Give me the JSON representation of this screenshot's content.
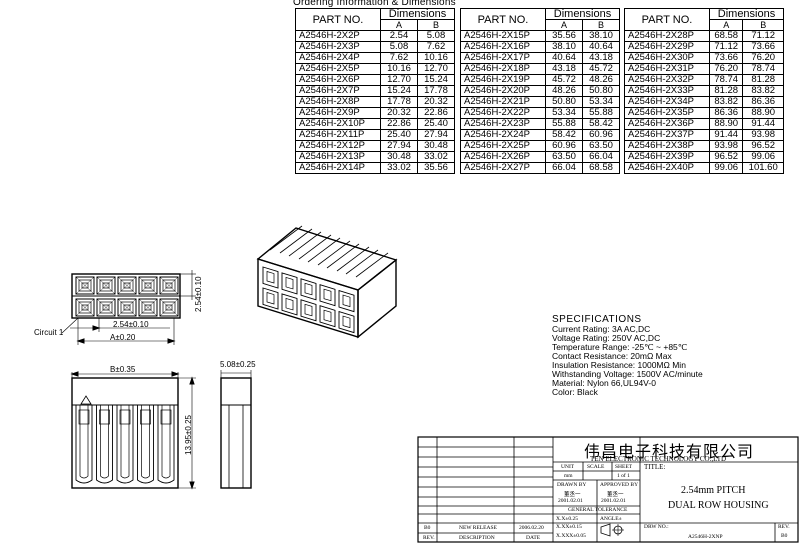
{
  "ordering": {
    "heading": "Ordering Information & Dimensions",
    "col_part": "PART NO.",
    "col_dims": "Dimensions",
    "col_a": "A",
    "col_b": "B",
    "tables": [
      [
        [
          "A2546H-2X2P",
          "2.54",
          "5.08"
        ],
        [
          "A2546H-2X3P",
          "5.08",
          "7.62"
        ],
        [
          "A2546H-2X4P",
          "7.62",
          "10.16"
        ],
        [
          "A2546H-2X5P",
          "10.16",
          "12.70"
        ],
        [
          "A2546H-2X6P",
          "12.70",
          "15.24"
        ],
        [
          "A2546H-2X7P",
          "15.24",
          "17.78"
        ],
        [
          "A2546H-2X8P",
          "17.78",
          "20.32"
        ],
        [
          "A2546H-2X9P",
          "20.32",
          "22.86"
        ],
        [
          "A2546H-2X10P",
          "22.86",
          "25.40"
        ],
        [
          "A2546H-2X11P",
          "25.40",
          "27.94"
        ],
        [
          "A2546H-2X12P",
          "27.94",
          "30.48"
        ],
        [
          "A2546H-2X13P",
          "30.48",
          "33.02"
        ],
        [
          "A2546H-2X14P",
          "33.02",
          "35.56"
        ]
      ],
      [
        [
          "A2546H-2X15P",
          "35.56",
          "38.10"
        ],
        [
          "A2546H-2X16P",
          "38.10",
          "40.64"
        ],
        [
          "A2546H-2X17P",
          "40.64",
          "43.18"
        ],
        [
          "A2546H-2X18P",
          "43.18",
          "45.72"
        ],
        [
          "A2546H-2X19P",
          "45.72",
          "48.26"
        ],
        [
          "A2546H-2X20P",
          "48.26",
          "50.80"
        ],
        [
          "A2546H-2X21P",
          "50.80",
          "53.34"
        ],
        [
          "A2546H-2X22P",
          "53.34",
          "55.88"
        ],
        [
          "A2546H-2X23P",
          "55.88",
          "58.42"
        ],
        [
          "A2546H-2X24P",
          "58.42",
          "60.96"
        ],
        [
          "A2546H-2X25P",
          "60.96",
          "63.50"
        ],
        [
          "A2546H-2X26P",
          "63.50",
          "66.04"
        ],
        [
          "A2546H-2X27P",
          "66.04",
          "68.58"
        ]
      ],
      [
        [
          "A2546H-2X28P",
          "68.58",
          "71.12"
        ],
        [
          "A2546H-2X29P",
          "71.12",
          "73.66"
        ],
        [
          "A2546H-2X30P",
          "73.66",
          "76.20"
        ],
        [
          "A2546H-2X31P",
          "76.20",
          "78.74"
        ],
        [
          "A2546H-2X32P",
          "78.74",
          "81.28"
        ],
        [
          "A2546H-2X33P",
          "81.28",
          "83.82"
        ],
        [
          "A2546H-2X34P",
          "83.82",
          "86.36"
        ],
        [
          "A2546H-2X35P",
          "86.36",
          "88.90"
        ],
        [
          "A2546H-2X36P",
          "88.90",
          "91.44"
        ],
        [
          "A2546H-2X37P",
          "91.44",
          "93.98"
        ],
        [
          "A2546H-2X38P",
          "93.98",
          "96.52"
        ],
        [
          "A2546H-2X39P",
          "96.52",
          "99.06"
        ],
        [
          "A2546H-2X40P",
          "99.06",
          "101.60"
        ]
      ]
    ]
  },
  "specs": {
    "title": "SPECIFICATIONS",
    "lines": [
      "Current Rating: 3A AC,DC",
      "Voltage Rating: 250V AC,DC",
      "Temperature Range: -25℃ ~ +85℃",
      "Contact Resistance: 20mΩ Max",
      "Insulation Resistance: 1000MΩ Min",
      "Withstanding Voltage: 1500V AC/minute",
      "Material: Nylon 66,UL94V-0",
      "Color: Black"
    ]
  },
  "dims": {
    "pitch_height": "2.54±0.10",
    "pitch_width": "2.54±0.10",
    "a": "A±0.20",
    "circuit": "Circuit 1",
    "b": "B±0.35",
    "height": "13.95±0.25",
    "depth": "5.08±0.25"
  },
  "title_block": {
    "company_cn": "伟昌电子科技有限公司",
    "company_en": "TEN ELECTRONIC TECHNOLOGY CO.,LTD",
    "unit_label": "UNIT",
    "unit_value": "mm",
    "scale_label": "SCALE",
    "sheet_label": "SHEET",
    "sheet_value": "1 of 1",
    "title_label": "TITLE:",
    "drawn_label": "DRAWN BY",
    "drawn_name": "董丞一",
    "drawn_date": "2001.02.01",
    "approved_label": "APPROVED BY",
    "approved_name": "董丞一",
    "approved_date": "2001.02.01",
    "tolerance_label": "GENERAL TOLERANCE",
    "tol_1": "X.X±0.25",
    "tol_2": "X.XX±0.15",
    "tol_3": "X.XXX±0.05",
    "angle_label": "ANGLE±",
    "title_line1": "2.54mm PITCH",
    "title_line2": "DUAL ROW HOUSING",
    "drw_label": "DRW NO.:",
    "drw_value": "A2546H-2XNP",
    "rev_label": "REV.",
    "rev_value": "B0",
    "rev_row_rev": "B0",
    "rev_row_desc": "NEW RELEASE",
    "rev_row_date": "2006.02.20",
    "hdr_rev": "REV.",
    "hdr_desc": "DESCRIPTION",
    "hdr_date": "DATE"
  }
}
